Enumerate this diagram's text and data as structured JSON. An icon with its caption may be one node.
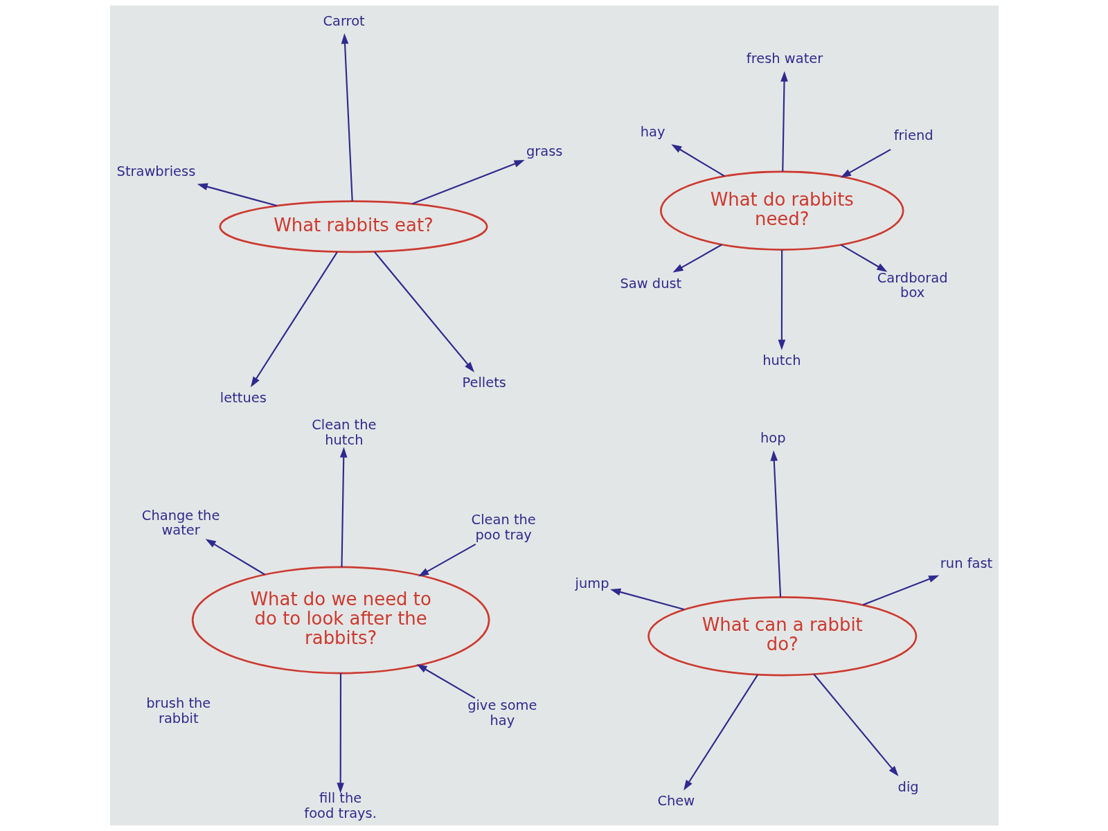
{
  "diagram": {
    "nodes": [
      {
        "text": [
          "What rabbits eat?"
        ]
      },
      {
        "text": [
          "Pellets"
        ]
      },
      {
        "text": [
          "lettues"
        ]
      },
      {
        "text": [
          "Strawbriess"
        ]
      },
      {
        "text": [
          "grass"
        ]
      },
      {
        "text": [
          "Carrot"
        ]
      },
      {
        "text": [
          "What do rabbits need?"
        ]
      },
      {
        "text": [
          "Cardborad box"
        ]
      },
      {
        "text": [
          "hutch"
        ]
      },
      {
        "text": [
          "hay"
        ]
      },
      {
        "text": [
          "friend"
        ]
      },
      {
        "text": [
          "fresh water"
        ]
      },
      {
        "text": [
          "Saw dust"
        ]
      },
      {
        "text": [
          "What do we need to do to look after the rabbits?"
        ]
      },
      {
        "text": [
          "give some hay"
        ]
      },
      {
        "text": [
          "fill the food trays."
        ]
      },
      {
        "text": [
          "Change the water"
        ]
      },
      {
        "text": [
          "Clean the poo tray"
        ]
      },
      {
        "text": [
          "Clean the hutch"
        ]
      },
      {
        "text": [
          "What can a rabbit do?"
        ]
      },
      {
        "text": [
          "dig"
        ]
      },
      {
        "text": [
          "Chew"
        ]
      },
      {
        "text": [
          "jump"
        ]
      },
      {
        "text": [
          "run fast"
        ]
      },
      {
        "text": [
          "hop"
        ]
      }
    ],
    "edges": [
      {
        "from": 0,
        "to": 1,
        "arrow": "to"
      },
      {
        "from": 0,
        "to": 2,
        "arrow": "to"
      },
      {
        "from": 0,
        "to": 3,
        "arrow": "to"
      },
      {
        "from": 0,
        "to": 4,
        "arrow": "to"
      },
      {
        "from": 0,
        "to": 5,
        "arrow": "to"
      },
      {
        "from": 6,
        "to": 7,
        "arrow": "to"
      },
      {
        "from": 6,
        "to": 8,
        "arrow": "to"
      },
      {
        "from": 6,
        "to": 9,
        "arrow": "to"
      },
      {
        "from": 10,
        "to": 6,
        "arrow": "to"
      },
      {
        "from": 6,
        "to": 11,
        "arrow": "to"
      },
      {
        "from": 6,
        "to": 12,
        "arrow": "to"
      },
      {
        "from": 14,
        "to": 13,
        "arrow": "to"
      },
      {
        "from": 13,
        "to": 15,
        "arrow": "to"
      },
      {
        "from": 13,
        "to": 16,
        "arrow": "to"
      },
      {
        "from": 17,
        "to": 13,
        "arrow": "to"
      },
      {
        "from": 13,
        "to": 18,
        "arrow": "to"
      },
      {
        "from": 19,
        "to": 20,
        "arrow": "to"
      },
      {
        "from": 19,
        "to": 21,
        "arrow": "to"
      },
      {
        "from": 19,
        "to": 22,
        "arrow": "to"
      },
      {
        "from": 19,
        "to": 23,
        "arrow": "to"
      },
      {
        "from": 19,
        "to": 24,
        "arrow": "to"
      }
    ],
    "labels": [
      "brush the rabbit"
    ]
  }
}
